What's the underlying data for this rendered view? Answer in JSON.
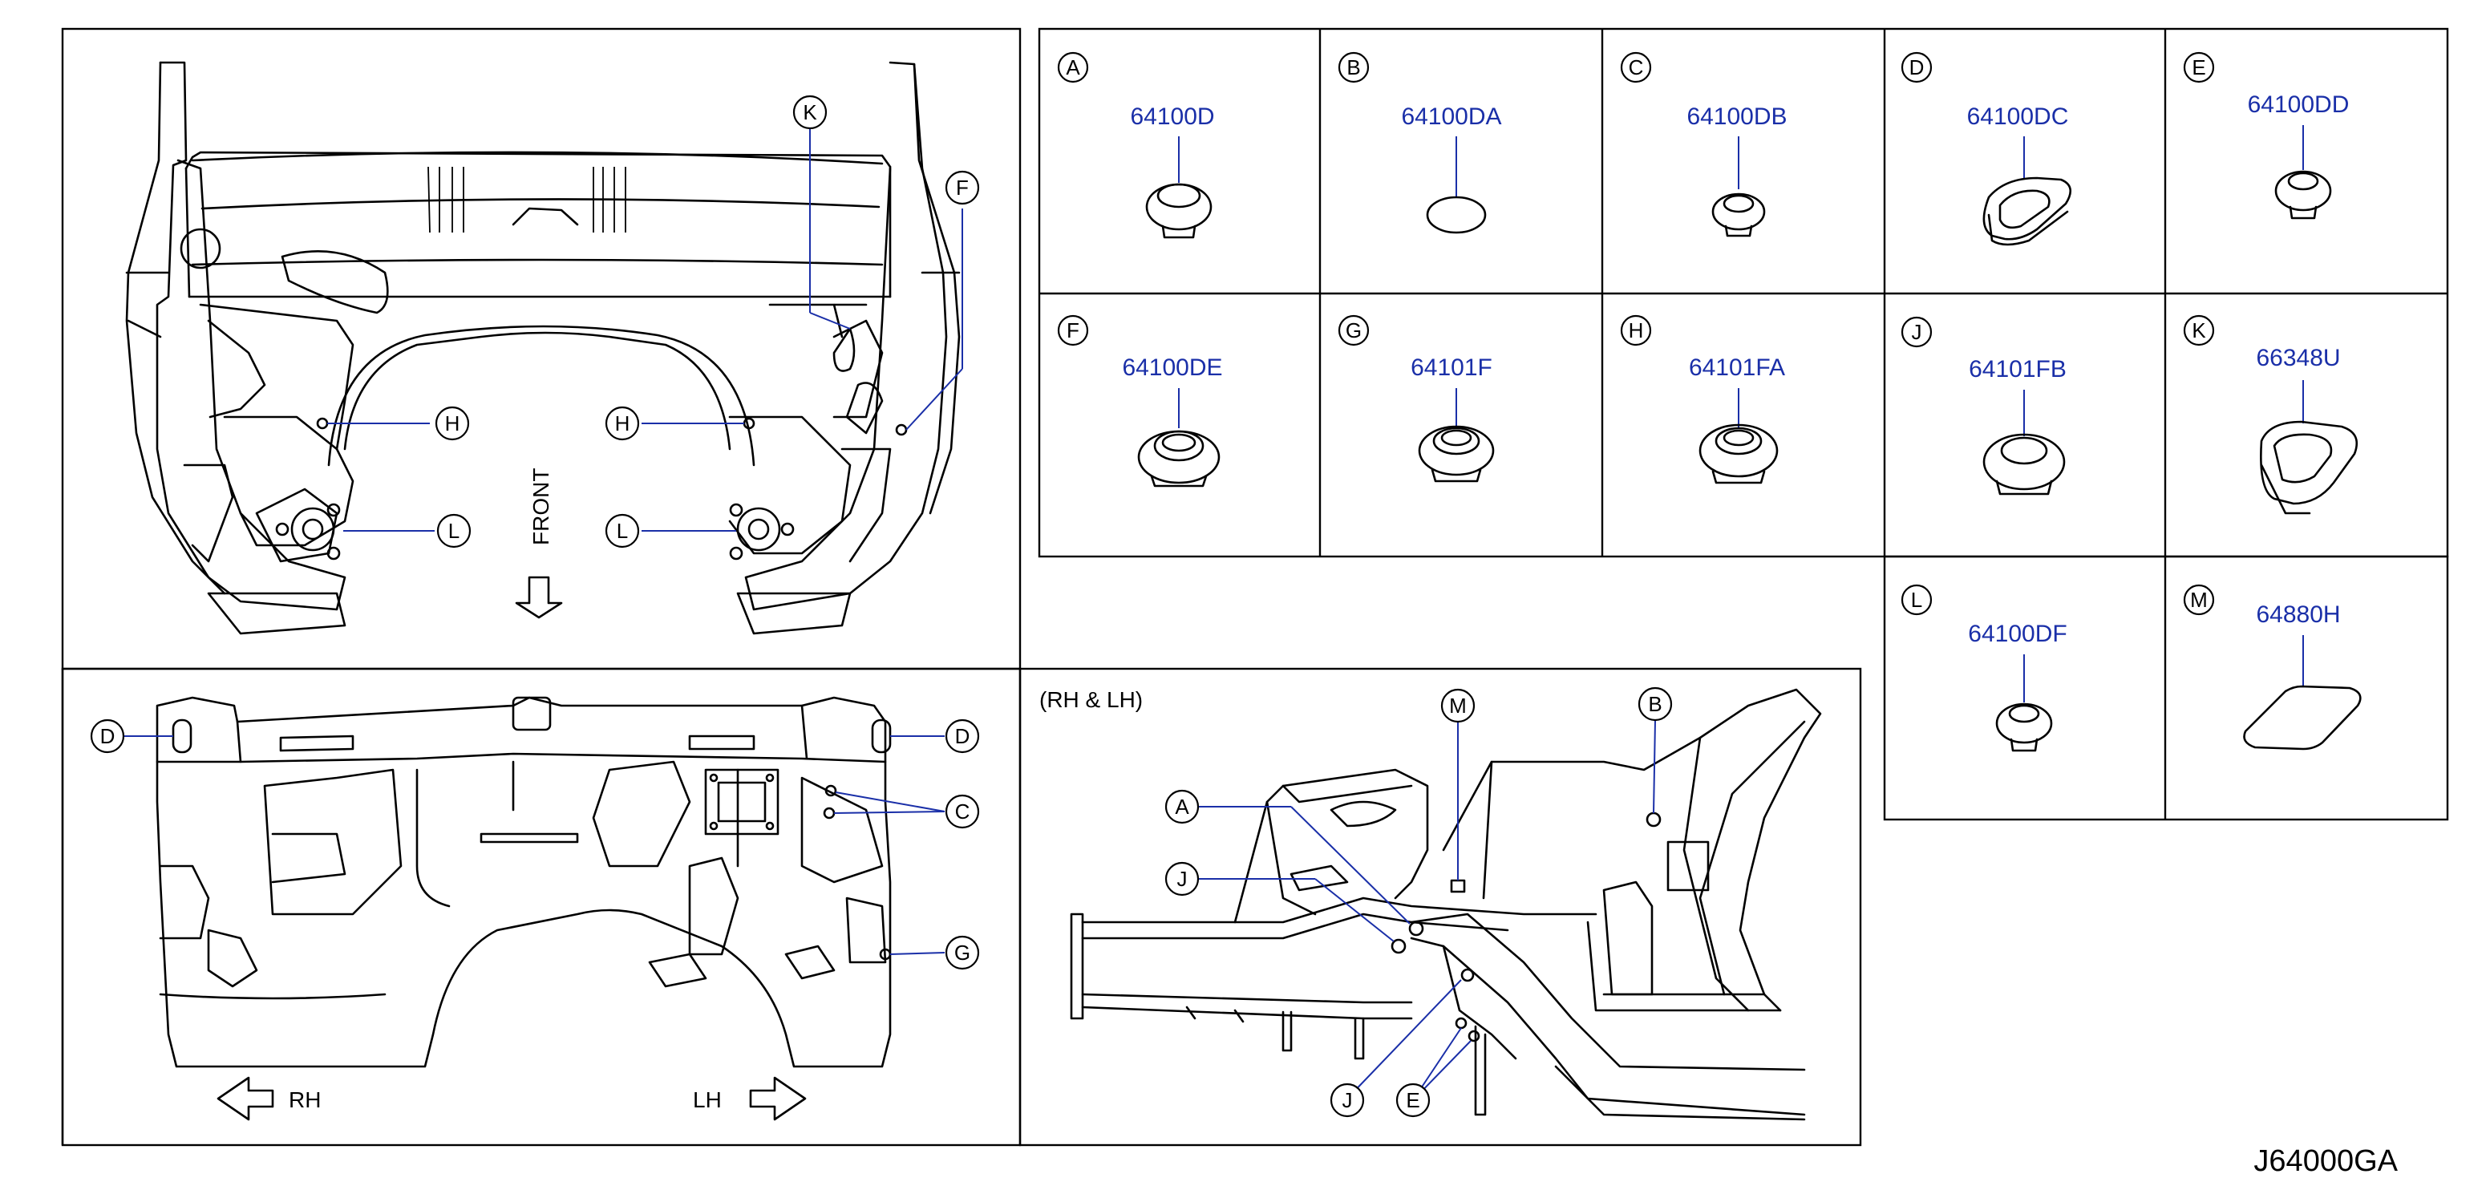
{
  "diagram_id": "J64000GA",
  "front_label": "FRONT",
  "rh_label": "RH",
  "lh_label": "LH",
  "rh_lh_label": "(RH & LH)",
  "parts": [
    {
      "letter": "A",
      "number": "64100D"
    },
    {
      "letter": "B",
      "number": "64100DA"
    },
    {
      "letter": "C",
      "number": "64100DB"
    },
    {
      "letter": "D",
      "number": "64100DC"
    },
    {
      "letter": "E",
      "number": "64100DD"
    },
    {
      "letter": "F",
      "number": "64100DE"
    },
    {
      "letter": "G",
      "number": "64101F"
    },
    {
      "letter": "H",
      "number": "64101FA"
    },
    {
      "letter": "J",
      "number": "64101FB"
    },
    {
      "letter": "K",
      "number": "66348U"
    },
    {
      "letter": "L",
      "number": "64100DF"
    },
    {
      "letter": "M",
      "number": "64880H"
    }
  ],
  "callouts": {
    "view1": [
      "K",
      "F",
      "H",
      "H",
      "L",
      "L"
    ],
    "view2": [
      "D",
      "D",
      "C",
      "G"
    ],
    "view3": [
      "M",
      "B",
      "A",
      "J",
      "J",
      "E"
    ]
  }
}
